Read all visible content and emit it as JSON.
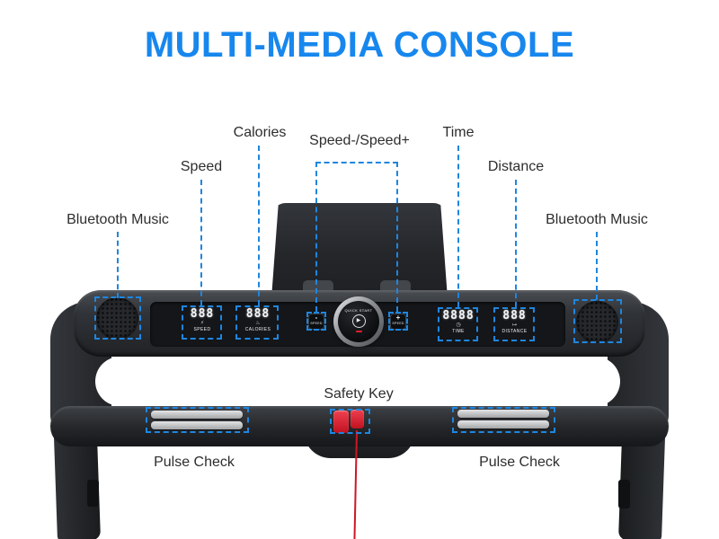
{
  "title": "MULTI-MEDIA CONSOLE",
  "colors": {
    "title_blue": "#1787ee",
    "callout_blue": "#1e86e0",
    "label_text": "#2d2d2d",
    "console_dark": "#2b2e32",
    "safety_key_red": "#d6202e"
  },
  "callouts": {
    "bluetooth_left": "Bluetooth Music",
    "speed": "Speed",
    "calories": "Calories",
    "speed_buttons": "Speed-/Speed+",
    "time": "Time",
    "distance": "Distance",
    "bluetooth_right": "Bluetooth Music",
    "safety_key": "Safety Key",
    "pulse_left": "Pulse Check",
    "pulse_right": "Pulse Check"
  },
  "console": {
    "displays": {
      "speed": {
        "value": "888",
        "caption": "SPEED",
        "icon": "speedometer-icon",
        "glyph": "⚡"
      },
      "calories": {
        "value": "888",
        "caption": "CALORIES",
        "icon": "flame-icon",
        "glyph": "♨"
      },
      "time": {
        "value": "8888",
        "caption": "TIME",
        "icon": "clock-icon",
        "glyph": "◷"
      },
      "distance": {
        "value": "888",
        "caption": "DISTANCE",
        "icon": "track-icon",
        "glyph": "↦"
      }
    },
    "buttons": {
      "quick_start": {
        "label": "QUICK START",
        "play_glyph": "▶"
      },
      "speed_minus": {
        "symbol": "-",
        "caption": "SPEED"
      },
      "speed_plus": {
        "symbol": "+",
        "caption": "SPEED"
      }
    }
  }
}
